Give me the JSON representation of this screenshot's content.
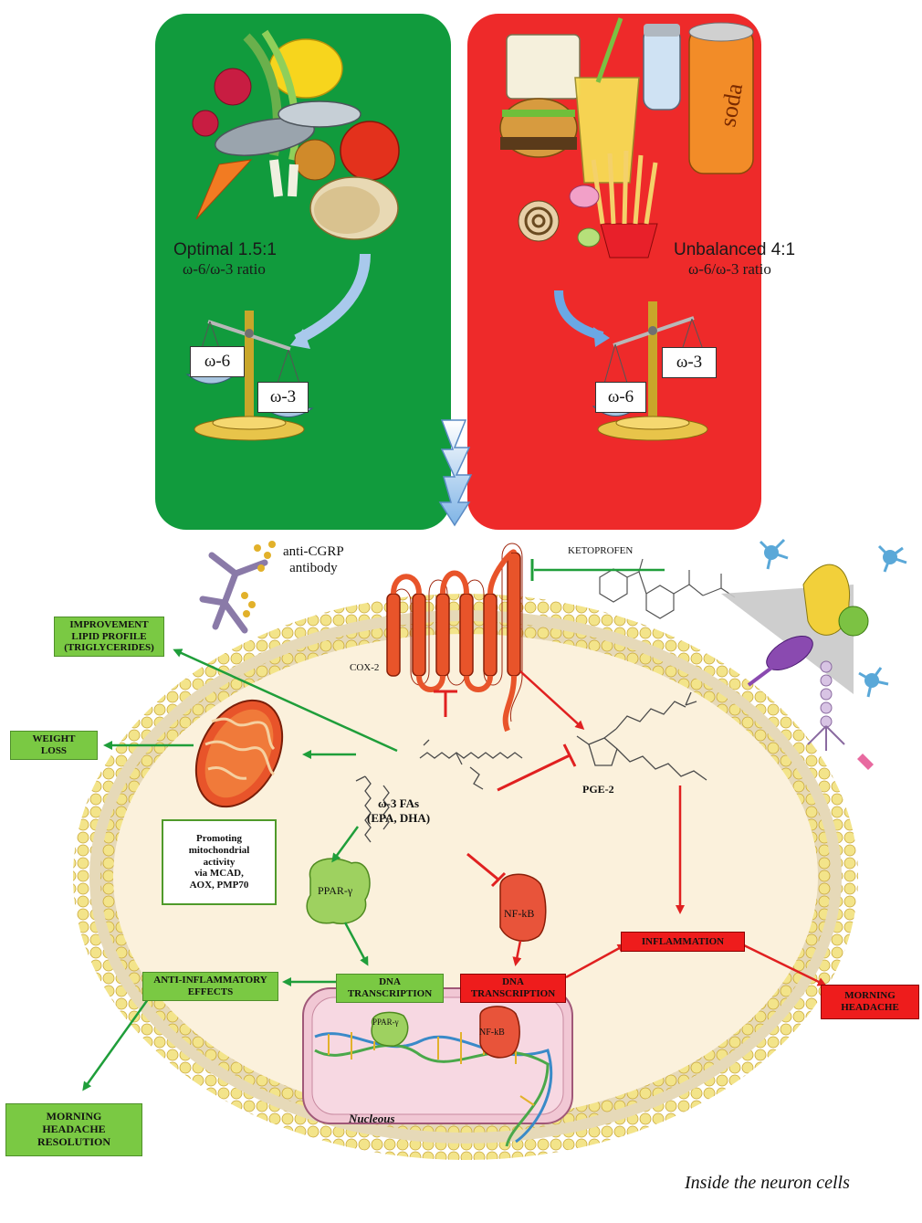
{
  "top": {
    "left": {
      "ratio_title": "Optimal 1.5:1",
      "ratio_subtitle": "ω-6/ω-3 ratio",
      "scale_high": "ω-6",
      "scale_low": "ω-3"
    },
    "right": {
      "ratio_title": "Unbalanced 4:1",
      "ratio_subtitle": "ω-6/ω-3 ratio",
      "scale_high": "ω-3",
      "scale_low": "ω-6",
      "can_text": "soda"
    }
  },
  "cell": {
    "anti_cgrp": "anti-CGRP\nantibody",
    "ketoprofen": "KETOPROFEN",
    "cox2": "COX-2",
    "pge2": "PGE-2",
    "omega3": "ω-3 FAs\n(EPA, DHA)",
    "mito_box": "Promoting\nmitochondrial\nactivity\nvia MCAD,\nAOX, PMP70",
    "ppar": "PPAR-γ",
    "nfkb": "NF-kB",
    "nucleus": "Nucleous",
    "inside_caption": "Inside the neuron cells"
  },
  "boxes": {
    "lipid": "IMPROVEMENT\nLIPID PROFILE\n(TRIGLYCERIDES)",
    "weight": "WEIGHT\nLOSS",
    "anti_inflam": "ANTI-INFLAMMATORY\nEFFECTS",
    "dna_green": "DNA\nTRANSCRIPTION",
    "dna_red": "DNA\nTRANSCRIPTION",
    "inflammation": "INFLAMMATION",
    "morning_headache": "MORNING\nHEADACHE",
    "headache_resolution": "MORNING\nHEADACHE\nRESOLUTION"
  },
  "colors": {
    "green_panel": "#119b3d",
    "red_panel": "#ee2a2a",
    "green_arrow": "#1f9e3a",
    "red_arrow": "#e02020",
    "cell_fill": "#fbf1dc",
    "membrane_bead": "#f3e48a"
  }
}
